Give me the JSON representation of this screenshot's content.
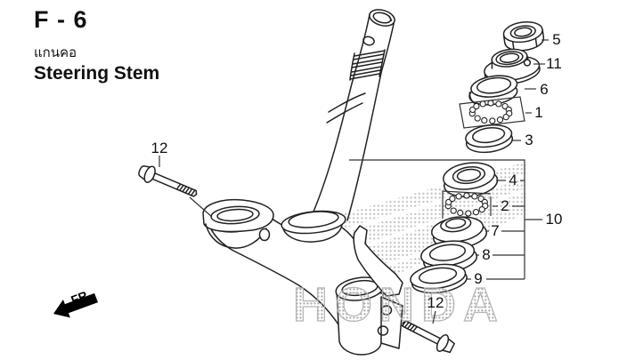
{
  "header": {
    "figure_code": "F - 6",
    "title_thai": "แกนคอ",
    "title_en": "Steering Stem"
  },
  "diagram": {
    "watermark": "HONDA",
    "front_marker": "FR.",
    "callouts": {
      "c1": "1",
      "c2": "2",
      "c3": "3",
      "c4": "4",
      "c5": "5",
      "c6": "6",
      "c7": "7",
      "c8": "8",
      "c9": "9",
      "c10": "10",
      "c11": "11",
      "c12_left": "12",
      "c12_right": "12"
    }
  },
  "colors": {
    "line": "#222222",
    "halftone": "#b0b0b0",
    "label": "#111111",
    "background": "#ffffff"
  }
}
